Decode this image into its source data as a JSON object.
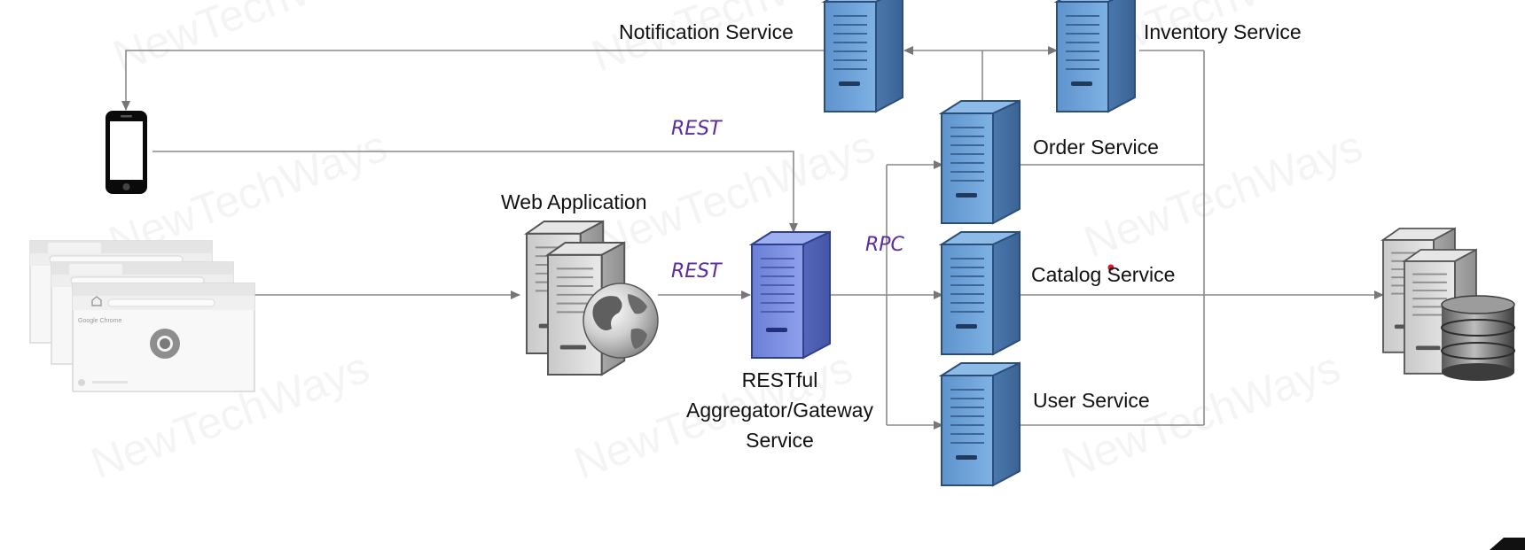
{
  "watermark": "NewTechWays",
  "labels": {
    "notification": "Notification Service",
    "inventory": "Inventory Service",
    "order": "Order Service",
    "catalog": "Catalog Service",
    "user": "User Service",
    "web_app": "Web Application",
    "gateway_line1": "RESTful",
    "gateway_line2": "Aggregator/Gateway",
    "gateway_line3": "Service",
    "rest_mobile": "REST",
    "rest_web": "REST",
    "rpc": "RPC"
  },
  "browser": {
    "title": "Google Chrome"
  },
  "colors": {
    "service_blue": "#6fa3d8",
    "gateway_blue": "#7b8fe0",
    "protocol_label": "#5b2d9e",
    "connector": "#8a8a8a"
  },
  "icons": {
    "mobile": "smartphone-icon",
    "browser": "browser-window-icon",
    "web_server": "server-globe-icon",
    "service": "server-tower-icon",
    "database": "database-server-icon"
  }
}
